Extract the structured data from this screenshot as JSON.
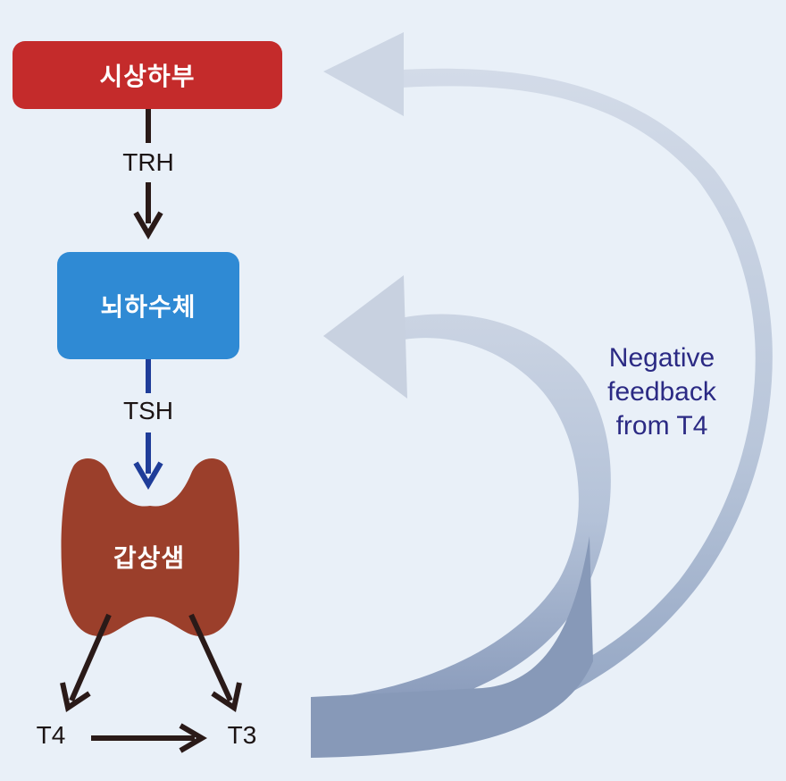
{
  "nodes": {
    "hypothalamus": {
      "label": "시상하부",
      "color": "#c42b2b"
    },
    "pituitary": {
      "label": "뇌하수체",
      "color": "#2f8ad4"
    },
    "thyroid": {
      "label": "갑상샘",
      "color": "#9b3f2b"
    }
  },
  "hormones": {
    "trh": "TRH",
    "tsh": "TSH",
    "t4": "T4",
    "t3": "T3"
  },
  "feedback": {
    "lines": [
      "Negative",
      "feedback",
      "from T4"
    ],
    "color": "#2b2a84",
    "arrow_color": "#8da0bf"
  },
  "arrow_colors": {
    "dark": "#2a1a18",
    "blue": "#1f3d99"
  }
}
